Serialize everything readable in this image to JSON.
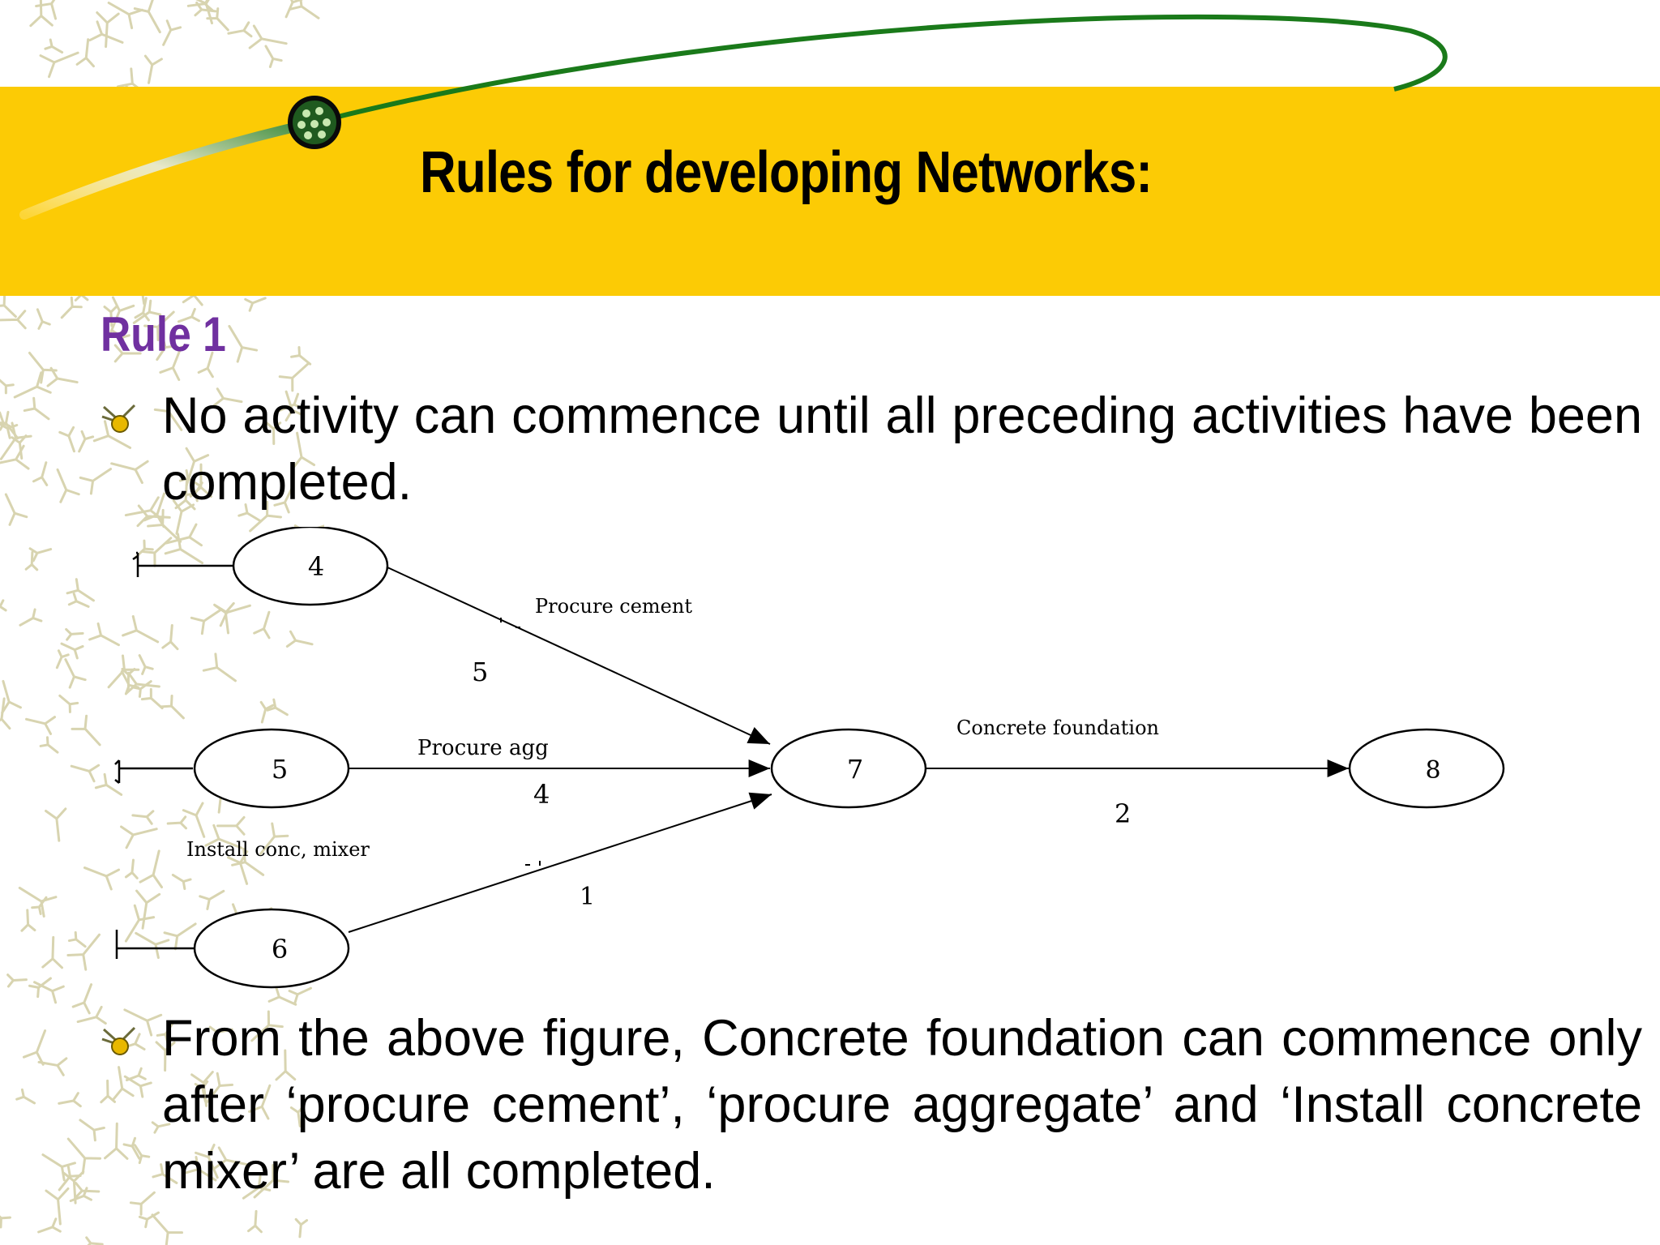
{
  "slide": {
    "title": "Rules for developing Networks:",
    "rule_heading": "Rule 1",
    "bullets": [
      "No activity can commence until all preceding activities have been completed.",
      "From the above figure, Concrete foundation can commence only after ‘procure cement’, ‘procure aggregate’ and ‘Install concrete mixer’ are all completed."
    ]
  },
  "network": {
    "nodes": [
      {
        "id": "n4",
        "label": "4"
      },
      {
        "id": "n5",
        "label": "5"
      },
      {
        "id": "n6",
        "label": "6"
      },
      {
        "id": "n7",
        "label": "7"
      },
      {
        "id": "n8",
        "label": "8"
      }
    ],
    "activities": [
      {
        "from": "4",
        "to": "7",
        "name": "Procure cement",
        "duration": "5"
      },
      {
        "from": "5",
        "to": "7",
        "name": "Procure agg",
        "duration": "4"
      },
      {
        "from": "6",
        "to": "7",
        "name": "Install conc, mixer",
        "duration": "1"
      },
      {
        "from": "7",
        "to": "8",
        "name": "Concrete foundation",
        "duration": "2"
      }
    ]
  },
  "colors": {
    "title_band": "#fccb05",
    "rule_heading": "#7030a0",
    "swoosh": "#1a7a1a",
    "pattern": "#d8d4b0"
  }
}
